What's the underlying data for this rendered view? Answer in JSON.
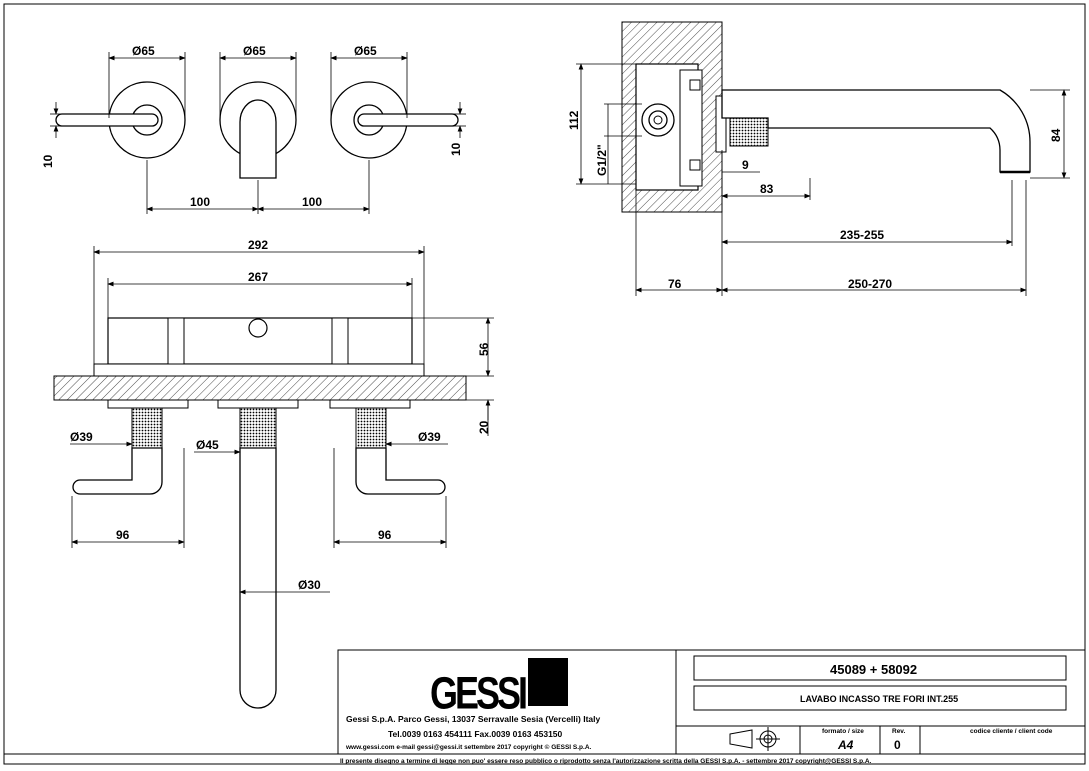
{
  "top_view": {
    "dia_left": "Ø65",
    "dia_center": "Ø65",
    "dia_right": "Ø65",
    "h_left": "10",
    "h_right": "10",
    "spacing_left": "100",
    "spacing_right": "100"
  },
  "side_view": {
    "height_112": "112",
    "thread": "G1/2\"",
    "dim_9": "9",
    "dim_83": "83",
    "dim_84": "84",
    "dim_235": "235-255",
    "dim_76": "76",
    "dim_250": "250-270"
  },
  "front_view": {
    "width_292": "292",
    "width_267": "267",
    "height_56": "56",
    "height_20": "20",
    "dia_39_left": "Ø39",
    "dia_39_right": "Ø39",
    "dia_45": "Ø45",
    "reach_left": "96",
    "reach_right": "96",
    "dia_30": "Ø30"
  },
  "title_block": {
    "logo": "GESSI",
    "company": "Gessi S.p.A. Parco Gessi, 13037 Serravalle Sesia (Vercelli) Italy",
    "contacts": "Tel.0039 0163 454111 Fax.0039 0163 453150",
    "web": "www.gessi.com e-mail gessi@gessi.it settembre 2017 copyright © GESSI S.p.A.",
    "code": "45089 + 58092",
    "description": "LAVABO INCASSO TRE FORI INT.255",
    "format_label": "formato / size",
    "format_value": "A4",
    "rev_label": "Rev.",
    "rev_value": "0",
    "client_label": "codice cliente / client code",
    "legal": "Il presente disegno a termine di legge non puo' essere reso pubblico o riprodotto senza l'autorizzazione scritta della GESSI S.p.A. - settembre 2017 copyright@GESSI S.p.A."
  }
}
